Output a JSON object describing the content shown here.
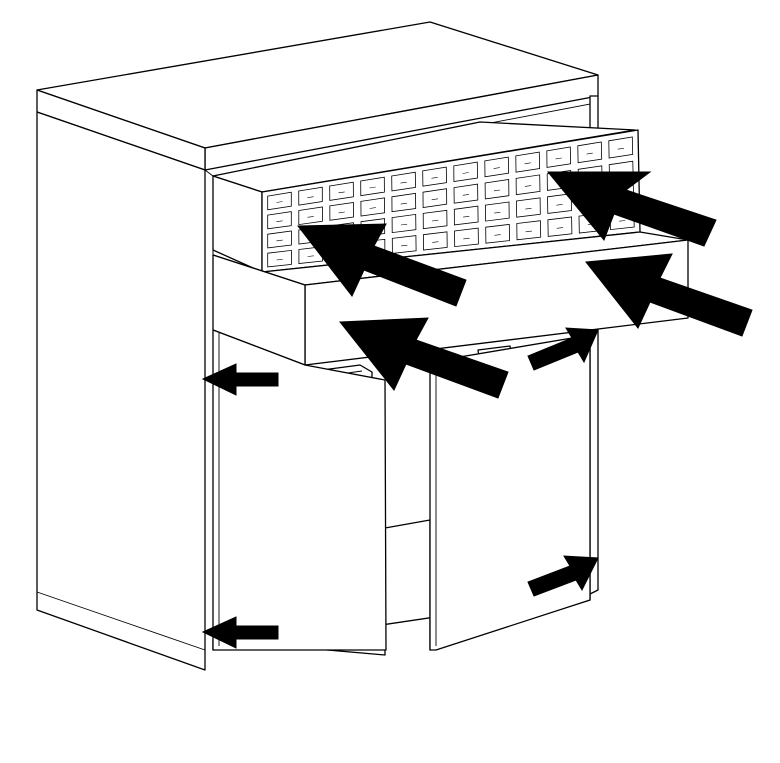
{
  "figure": {
    "subject": "cabinet-installation-diagram",
    "colors": {
      "line": "#000000",
      "fill": "#ffffff"
    },
    "elements": {
      "cabinet": "cabinet-body",
      "drawer_unit": "organizer-drawer-bank",
      "doors": [
        "left-door",
        "right-door"
      ],
      "handles": [
        "left-handle",
        "right-handle"
      ],
      "arrows": [
        "arrow-large-top-right",
        "arrow-large-drawers",
        "arrow-large-right",
        "arrow-large-center",
        "arrow-small-left-upper",
        "arrow-small-left-lower",
        "arrow-small-right-upper",
        "arrow-small-right-lower"
      ]
    },
    "organizer_grid": {
      "columns": 12,
      "rows": 4
    }
  }
}
